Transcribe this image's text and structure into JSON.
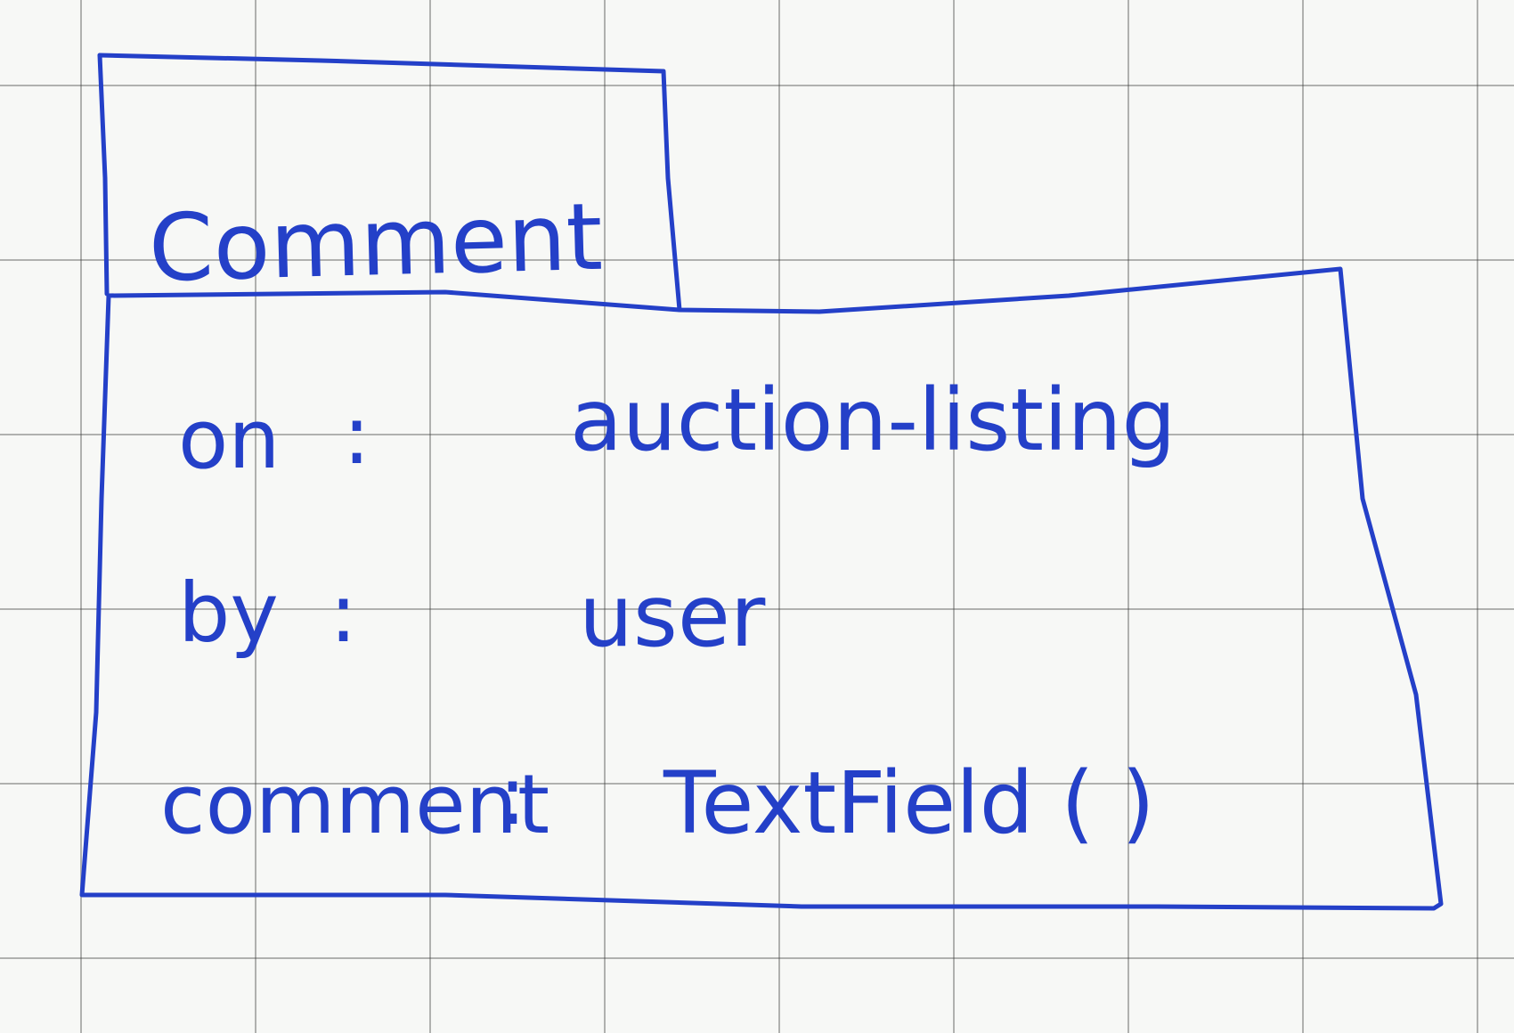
{
  "class": {
    "name": "Comment",
    "attributes": [
      {
        "name": "on",
        "separator": ":",
        "type": "auction-listing"
      },
      {
        "name": "by",
        "separator": ":",
        "type": "user"
      },
      {
        "name": "comment",
        "separator": ":",
        "type": "TextField ( )"
      }
    ]
  },
  "colors": {
    "ink": "#2440c8",
    "paper": "#f7f8f6",
    "grid": "#555555"
  }
}
